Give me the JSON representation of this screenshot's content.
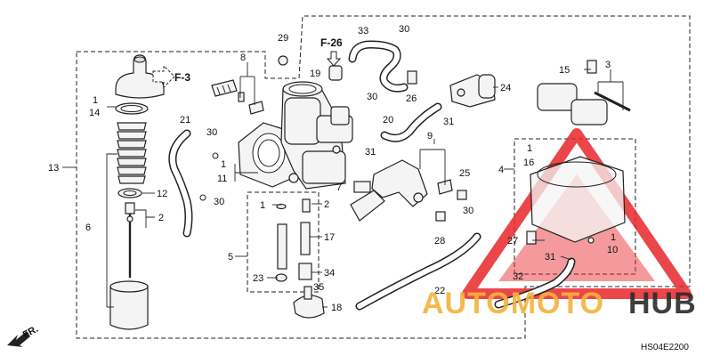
{
  "callouts": {
    "c1a": "1",
    "c14": "14",
    "c13": "13",
    "c6": "6",
    "c12": "12",
    "c2a": "2",
    "c21": "21",
    "c30a": "30",
    "c1b": "1",
    "c11": "11",
    "c30b": "30",
    "c8": "8",
    "c29": "29",
    "c19": "19",
    "c33": "33",
    "c30c": "30",
    "c30d": "30",
    "c26": "26",
    "c24": "24",
    "c31a": "31",
    "c20": "20",
    "c31b": "31",
    "c9": "9",
    "c7": "7",
    "c25": "25",
    "c30e": "30",
    "c28": "28",
    "c22": "22",
    "c1c": "1",
    "c2b": "2",
    "c17": "17",
    "c5": "5",
    "c23": "23",
    "c34": "34",
    "c35": "35",
    "c18": "18",
    "c15": "15",
    "c3": "3",
    "c1d": "1",
    "c16": "16",
    "c4": "4",
    "c27": "27",
    "c1e": "1",
    "c10": "10",
    "c31c": "31",
    "c32": "32"
  },
  "refs": {
    "f3": "F-3",
    "f26": "F-26"
  },
  "front_arrow": "FR.",
  "diagram_code": "HS04E2200",
  "watermark": {
    "left": "AUTOMOTO",
    "right": "HUB",
    "accent": "#e8262b",
    "gold": "#f4b23a"
  }
}
